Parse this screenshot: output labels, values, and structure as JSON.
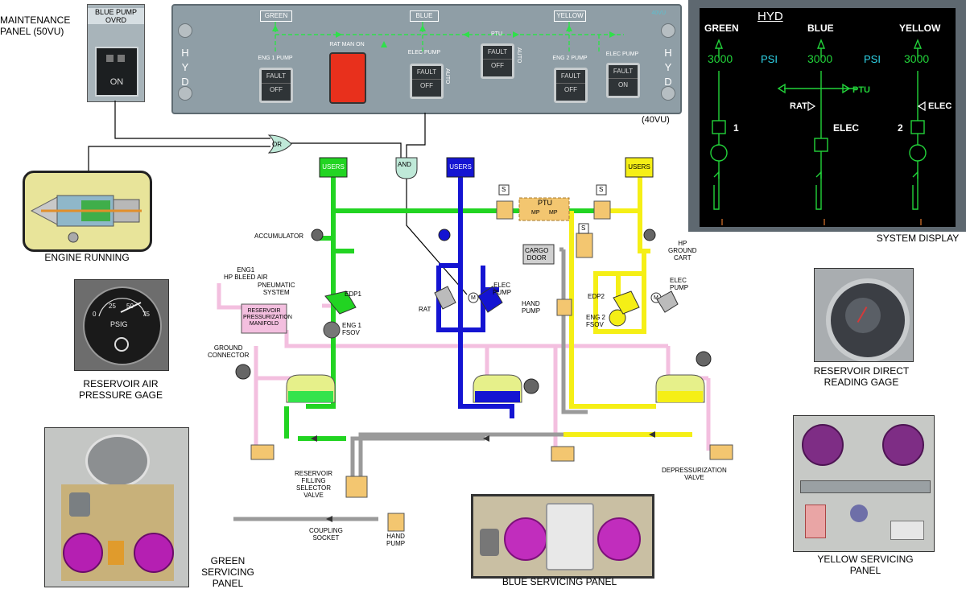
{
  "maintenance_panel": {
    "caption": "MAINTENANCE\nPANEL (50VU)",
    "title": "BLUE PUMP\nOVRD",
    "button": "ON"
  },
  "hyd_panel": {
    "side_label": "H\nY\nD",
    "sys_green": "GREEN",
    "sys_blue": "BLUE",
    "sys_yellow": "YELLOW",
    "eng1_pump": "ENG 1 PUMP",
    "rat_man_on": "RAT MAN ON",
    "elec_pump_blue": "ELEC PUMP",
    "ptu": "PTU",
    "eng2_pump": "ENG 2 PUMP",
    "elec_pump_yellow": "ELEC PUMP",
    "fault": "FAULT",
    "off": "OFF",
    "on": "ON",
    "auto": "AUTO",
    "ref": "(40VU)",
    "tag": "40VU"
  },
  "system_display": {
    "title": "HYD",
    "caption": "SYSTEM DISPLAY",
    "green": "GREEN",
    "blue": "BLUE",
    "yellow": "YELLOW",
    "green_psi": "3000",
    "blue_psi": "3000",
    "yellow_psi": "3000",
    "psi": "PSI",
    "rat": "RAT",
    "ptu": "PTU",
    "elec_blue": "ELEC",
    "elec_yellow": "ELEC",
    "pump1": "1",
    "pump2": "2"
  },
  "logic": {
    "or": "OR",
    "and": "AND"
  },
  "captions": {
    "engine_running": "ENGINE RUNNING",
    "res_air_gage": "RESERVOIR AIR\nPRESSURE GAGE",
    "res_direct_gage": "RESERVOIR DIRECT\nREADING GAGE",
    "green_panel": "GREEN SERVICING\nPANEL",
    "blue_panel": "BLUE SERVICING PANEL",
    "yellow_panel": "YELLOW SERVICING\nPANEL"
  },
  "air_gage": {
    "ticks": [
      "0",
      "25",
      "50",
      "75"
    ],
    "unit": "PSIG"
  },
  "schematic": {
    "users": "USERS",
    "accumulator": "ACCUMULATOR",
    "eng1_bleed": "ENG1\nHP BLEED AIR",
    "pneumatic": "PNEUMATIC\nSYSTEM",
    "manifold": "RESERVOIR\nPRESSURIZATION\nMANIFOLD",
    "ground_connector": "GROUND\nCONNECTOR",
    "edp1": "EDP1",
    "eng1_fsov": "ENG 1\nFSOV",
    "rat": "RAT",
    "elec_pump": "ELEC\nPUMP",
    "ptu": "PTU",
    "mp": "MP",
    "s": "S",
    "m": "M",
    "cargo_door": "CARGO\nDOOR",
    "hand_pump": "HAND\nPUMP",
    "hp_ground_cart": "HP\nGROUND\nCART",
    "edp2": "EDP2",
    "eng2_fsov": "ENG 2\nFSOV",
    "elec_pump_yellow": "ELEC\nPUMP",
    "res_fill_valve": "RESERVOIR\nFILLING\nSELECTOR\nVALVE",
    "coupling_socket": "COUPLING\nSOCKET",
    "hand_pump_bottom": "HAND\nPUMP",
    "depress_valve": "DEPRESSURIZATION\nVALVE"
  },
  "colors": {
    "green": "#22d422",
    "blue": "#1414d2",
    "yellow": "#f5ef16",
    "pink": "#f3bfdf",
    "gray": "#9a9a9a",
    "ecam_green": "#22d33a"
  }
}
